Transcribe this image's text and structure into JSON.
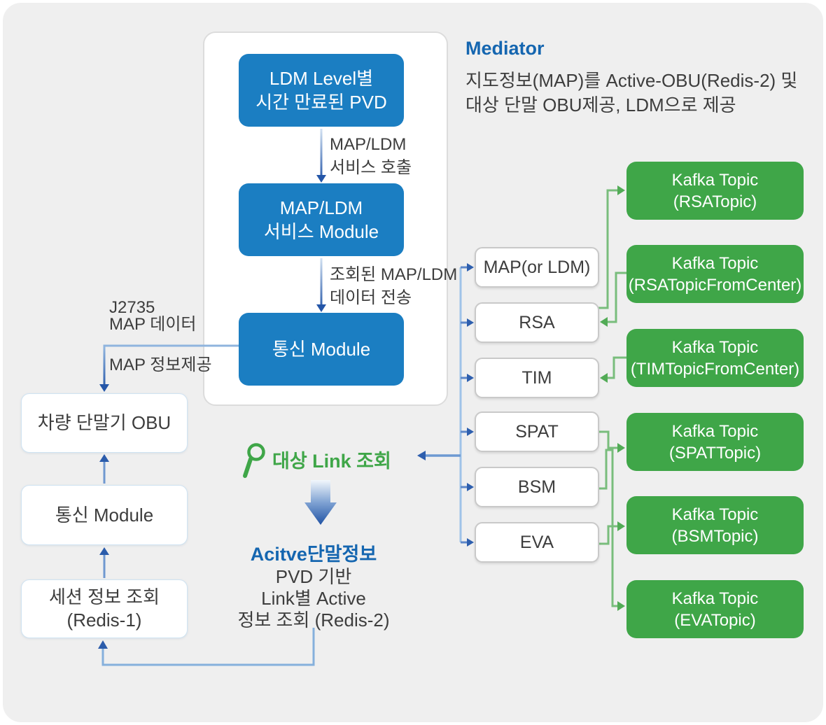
{
  "mediator": {
    "title": "Mediator",
    "description": "지도정보(MAP)를 Active-OBU(Redis-2) 및\n대상 단말 OBU제공, LDM으로 제공"
  },
  "pipeline": {
    "ldm_pvd_box": "LDM Level별\n시간 만료된 PVD",
    "service_call_label": "MAP/LDM\n서비스 호출",
    "map_ldm_service_box": "MAP/LDM\n서비스 Module",
    "data_transfer_label": "조회된 MAP/LDM\n데이터 전송",
    "comm_module_box": "통신 Module"
  },
  "left_chain": {
    "j2735_label": "J2735\nMAP 데이터",
    "map_provide_label": "MAP 정보제공",
    "vehicle_obu_box": "차량 단말기 OBU",
    "comm_module_box": "통신 Module",
    "session_lookup_box": "세션 정보 조회\n(Redis-1)"
  },
  "center": {
    "link_lookup_label": "대상 Link 조회",
    "active_title": "Acitve단말정보",
    "active_lines": [
      "PVD 기반",
      "Link별 Active",
      "정보 조회 (Redis-2)"
    ]
  },
  "messages": [
    "MAP(or LDM)",
    "RSA",
    "TIM",
    "SPAT",
    "BSM",
    "EVA"
  ],
  "kafka_topics": [
    "Kafka Topic\n(RSATopic)",
    "Kafka Topic\n(RSATopicFromCenter)",
    "Kafka Topic\n(TIMTopicFromCenter)",
    "Kafka Topic\n(SPATTopic)",
    "Kafka Topic\n(BSMTopic)",
    "Kafka Topic\n(EVATopic)"
  ],
  "icons": {
    "magnifier": "search-icon",
    "big_down_arrow": "down-arrow-icon"
  },
  "colors": {
    "background": "#efefef",
    "blue_box": "#1b7ec2",
    "green_box": "#3fa648",
    "accent_blue": "#1566b0",
    "accent_green": "#3fa648",
    "arrow_dark_blue": "#2b5cab",
    "trunk_light_blue": "#9fc3e8",
    "line_green": "#79bd7c",
    "text_dark": "#3d3d3d"
  }
}
